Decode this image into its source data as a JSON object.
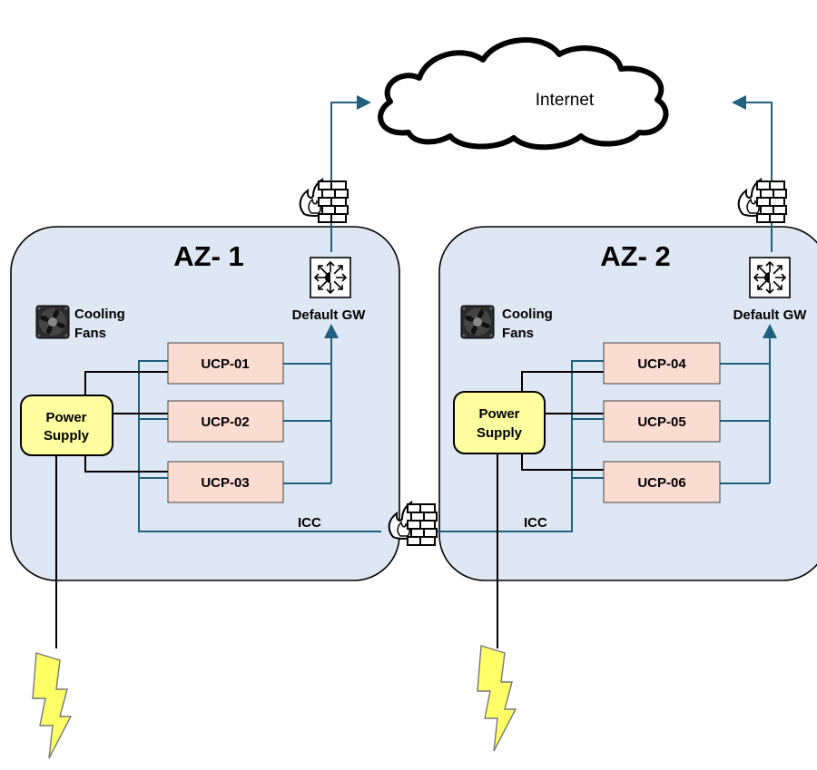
{
  "internet": {
    "label": "Internet"
  },
  "zones": [
    {
      "title": "AZ- 1",
      "gateway_label": "Default GW",
      "cooling_label_line1": "Cooling",
      "cooling_label_line2": "Fans",
      "power_label_line1": "Power",
      "power_label_line2": "Supply",
      "icc_label": "ICC",
      "nodes": [
        "UCP-01",
        "UCP-02",
        "UCP-03"
      ]
    },
    {
      "title": "AZ- 2",
      "gateway_label": "Default GW",
      "cooling_label_line1": "Cooling",
      "cooling_label_line2": "Fans",
      "power_label_line1": "Power",
      "power_label_line2": "Supply",
      "icc_label": "ICC",
      "nodes": [
        "UCP-04",
        "UCP-05",
        "UCP-06"
      ]
    }
  ],
  "colors": {
    "zone_fill": "#dde8f4",
    "node_fill": "#fbdcd0",
    "power_fill": "#ffffa0",
    "network_line": "#1f5f80",
    "lightning": "#ffff66",
    "firewall_brick": "#ffffff"
  },
  "icons": [
    "firewall-icon",
    "router-icon",
    "cooling-fan-icon",
    "lightning-icon",
    "cloud-icon"
  ]
}
